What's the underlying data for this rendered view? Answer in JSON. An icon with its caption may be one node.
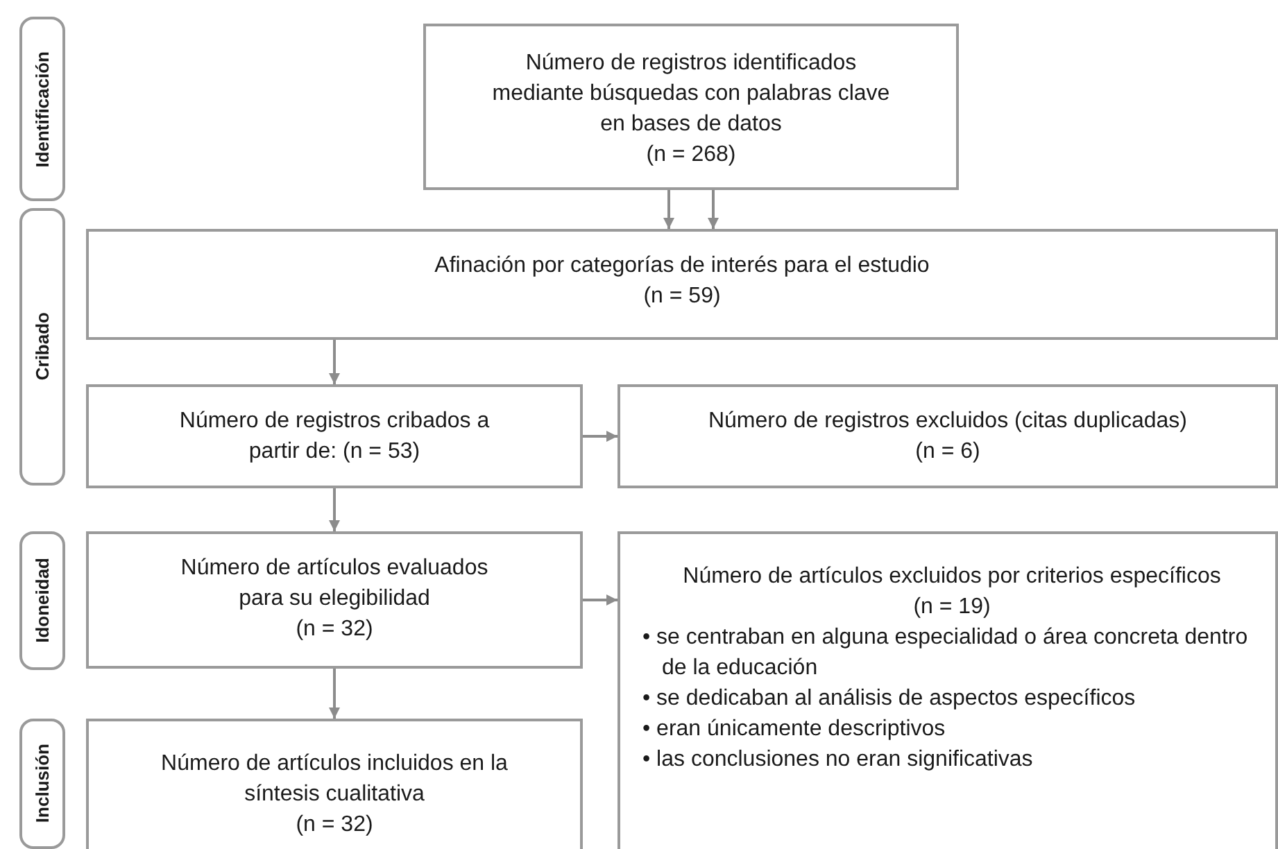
{
  "diagram": {
    "nodes": [
      {
        "text": [
          "Identificación"
        ]
      },
      {
        "text": [
          "Cribado"
        ]
      },
      {
        "text": [
          "Idoneidad"
        ]
      },
      {
        "text": [
          "Inclusión"
        ]
      },
      {
        "text": [
          "Número de registros identificados mediante búsquedas con palabras clave en bases de datos",
          "(n = 268)"
        ]
      },
      {
        "text": [
          "Afinación por categorías de interés para el estudio",
          "(n = 59)"
        ]
      },
      {
        "text": [
          "Número de registros cribados a partir de: (n = 53)"
        ]
      },
      {
        "text": [
          "Número de registros excluidos (citas duplicadas)",
          "(n = 6)"
        ]
      },
      {
        "text": [
          "Número de artículos evaluados para su elegibilidad",
          "(n = 32)"
        ]
      },
      {
        "text": [
          "Número de artículos excluidos por criterios específicos",
          "(n = 19)",
          "• se centraban en alguna especialidad o área concreta dentro de la educación",
          "• se dedicaban al análisis de aspectos específicos",
          "• eran únicamente descriptivos",
          "• las conclusiones no eran significativas"
        ]
      },
      {
        "text": [
          "Número de artículos incluidos en la síntesis cualitativa",
          "(n = 32)"
        ]
      }
    ],
    "edges": [
      {
        "from": 4,
        "to": 5,
        "arrow": "to"
      },
      {
        "from": 4,
        "to": 5,
        "arrow": "to"
      },
      {
        "from": 5,
        "to": 6,
        "arrow": "to"
      },
      {
        "from": 6,
        "to": 7,
        "arrow": "to"
      },
      {
        "from": 6,
        "to": 8,
        "arrow": "to"
      },
      {
        "from": 8,
        "to": 9,
        "arrow": "to"
      },
      {
        "from": 8,
        "to": 10,
        "arrow": "to"
      }
    ]
  }
}
